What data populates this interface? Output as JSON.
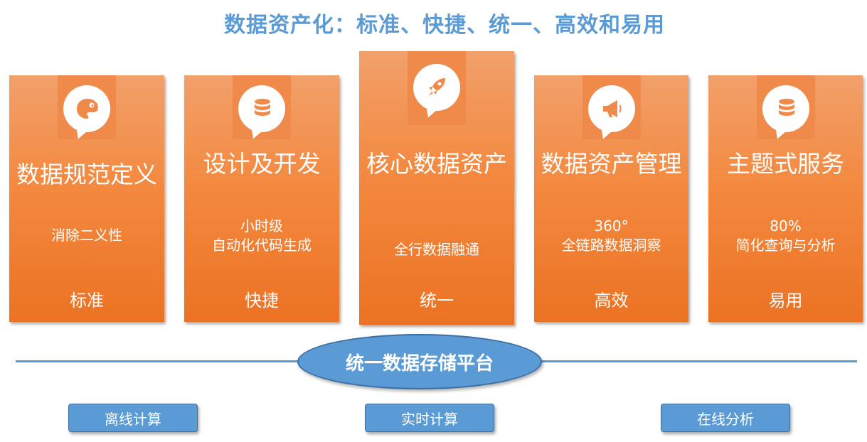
{
  "title": "数据资产化：标准、快捷、统一、高效和易用",
  "cards": [
    {
      "icon": "palette-icon",
      "title": "数据规范定义",
      "desc": [
        "消除二义性"
      ],
      "tag": "标准"
    },
    {
      "icon": "database-icon",
      "title": "设计及开发",
      "desc": [
        "小时级",
        "自动化代码生成"
      ],
      "tag": "快捷"
    },
    {
      "icon": "rocket-icon",
      "title": "核心数据资产",
      "desc": [
        "全行数据融通"
      ],
      "tag": "统一"
    },
    {
      "icon": "megaphone-icon",
      "title": "数据资产管理",
      "desc": [
        "360°",
        "全链路数据洞察"
      ],
      "tag": "高效"
    },
    {
      "icon": "database-icon",
      "title": "主题式服务",
      "desc": [
        "80%",
        "简化查询与分析"
      ],
      "tag": "易用"
    }
  ],
  "platform": {
    "label": "统一数据存储平台"
  },
  "compute_modes": [
    "离线计算",
    "实时计算",
    "在线分析"
  ],
  "colors": {
    "accent": "#5b9bd5",
    "card": "#f3893f"
  }
}
